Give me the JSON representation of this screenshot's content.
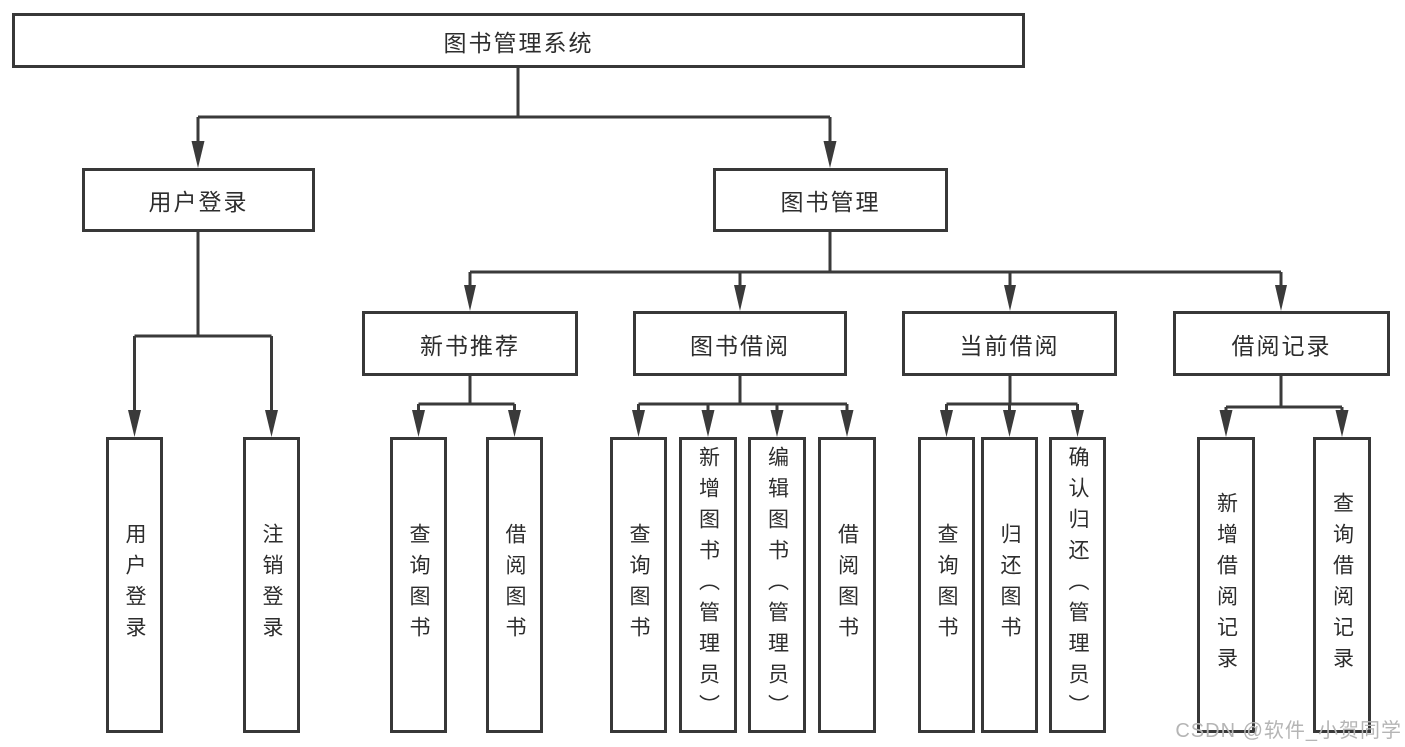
{
  "tree": {
    "root": {
      "label": "图书管理系统"
    },
    "children": [
      {
        "label": "用户登录",
        "children": [
          {
            "label": "用户登录"
          },
          {
            "label": "注销登录"
          }
        ]
      },
      {
        "label": "图书管理",
        "children": [
          {
            "label": "新书推荐",
            "children": [
              {
                "label": "查询图书"
              },
              {
                "label": "借阅图书"
              }
            ]
          },
          {
            "label": "图书借阅",
            "children": [
              {
                "label": "查询图书"
              },
              {
                "label": "新增图书（管理员）"
              },
              {
                "label": "编辑图书（管理员）"
              },
              {
                "label": "借阅图书"
              }
            ]
          },
          {
            "label": "当前借阅",
            "children": [
              {
                "label": "查询图书"
              },
              {
                "label": "归还图书"
              },
              {
                "label": "确认归还（管理员）"
              }
            ]
          },
          {
            "label": "借阅记录",
            "children": [
              {
                "label": "新增借阅记录"
              },
              {
                "label": "查询借阅记录"
              }
            ]
          }
        ]
      }
    ]
  },
  "watermark": {
    "text": "CSDN @软件_小贺同学"
  },
  "colors": {
    "line": "#3a3a3a",
    "box_border": "#383838",
    "text": "#2d2d2d",
    "watermark": "#b5b5b5",
    "background": "#ffffff"
  }
}
